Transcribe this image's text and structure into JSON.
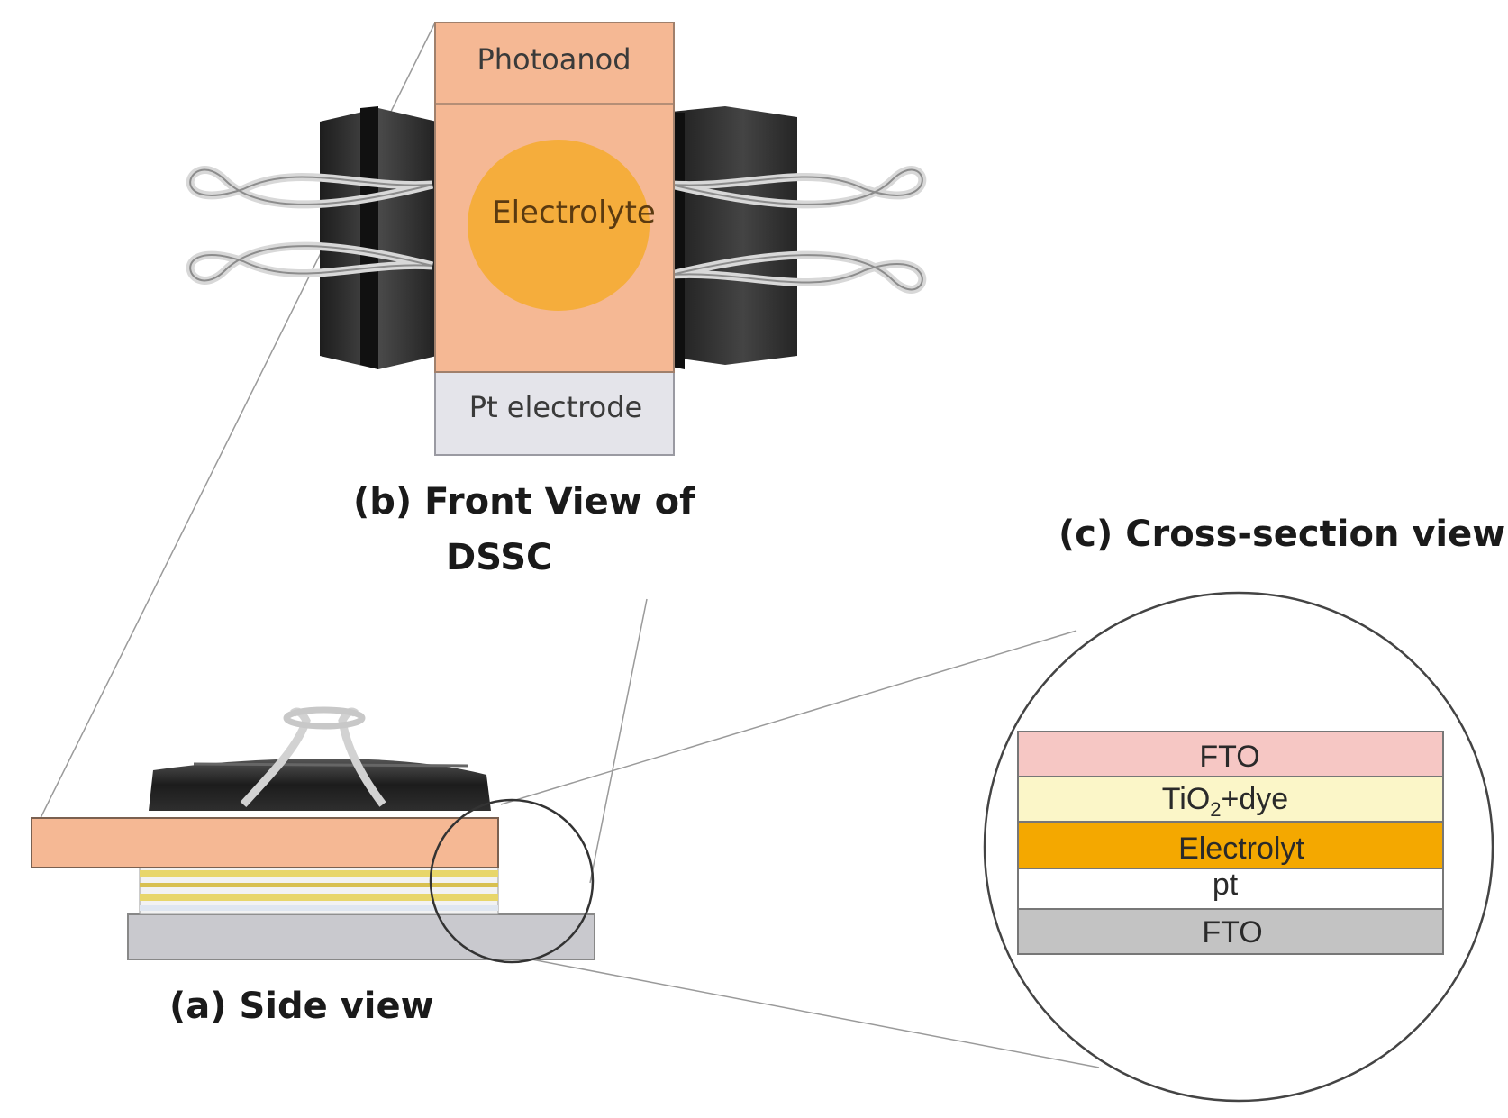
{
  "front_view": {
    "caption_line1": "(b) Front View of",
    "caption_line2": "DSSC",
    "photoanode_label": "Photoanod",
    "electrolyte_label": "Electrolyte",
    "pt_electrode_label": "Pt electrode"
  },
  "side_view": {
    "caption": "(a) Side view"
  },
  "cross_section": {
    "caption": "(c) Cross-section view",
    "layers": [
      {
        "label": "FTO",
        "color": "#f6c7c4"
      },
      {
        "label_main": "TiO",
        "label_sub": "2",
        "label_suffix": "+dye",
        "color": "#fbf6c8"
      },
      {
        "label": "Electrolyt",
        "color": "#f4a800"
      },
      {
        "label": "pt",
        "color": "#ffffff"
      },
      {
        "label": "FTO",
        "color": "#c3c3c3"
      }
    ]
  },
  "colors": {
    "photoanode": "#f5b894",
    "electrolyte_disc": "#f5ad3c",
    "pt_electrode": "#e4e4ea",
    "clip": "#2d2d2d",
    "substrate": "#c9c9ce"
  }
}
